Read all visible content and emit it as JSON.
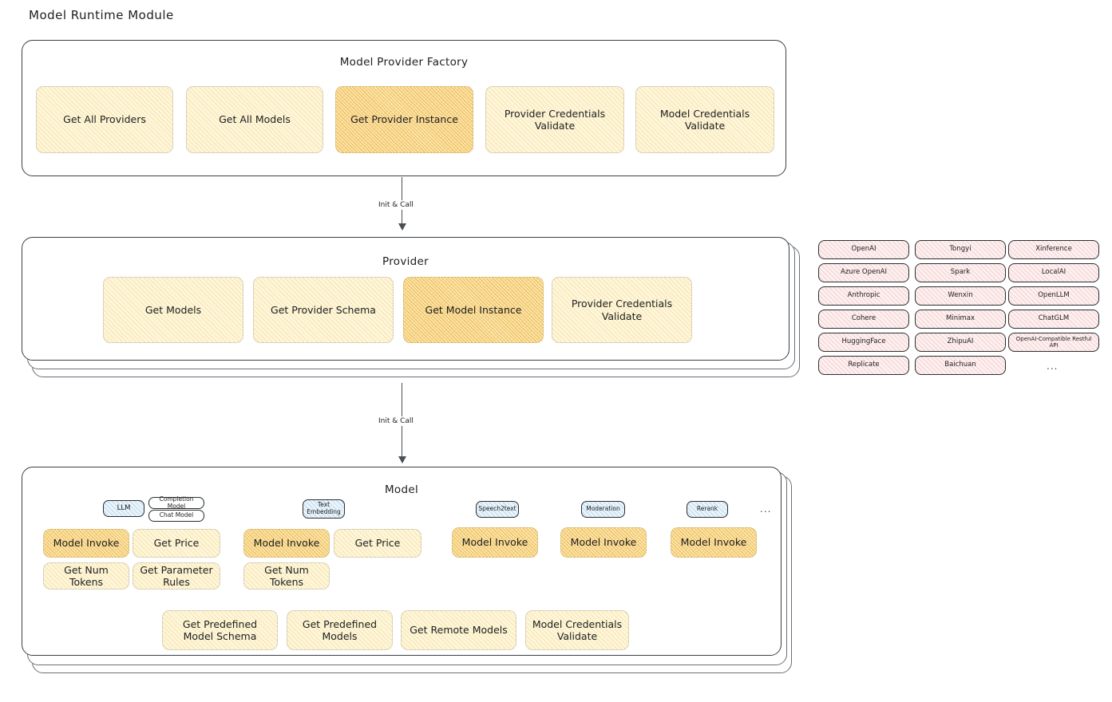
{
  "page": {
    "title": "Model Runtime Module"
  },
  "colors": {
    "node_fill_light": "#fdf6dd",
    "node_fill_highlight": "#fbe8b4",
    "provider_chip_fill": "#fdf0f0",
    "model_badge_fill": "#eaf4fb",
    "stroke": "#1e1e1e"
  },
  "factory": {
    "title": "Model Provider Factory",
    "nodes": [
      {
        "label": "Get All Providers",
        "highlight": false
      },
      {
        "label": "Get All Models",
        "highlight": false
      },
      {
        "label": "Get Provider Instance",
        "highlight": true
      },
      {
        "label": "Provider Credentials Validate",
        "highlight": false
      },
      {
        "label": "Model Credentials Validate",
        "highlight": false
      }
    ]
  },
  "arrows": [
    {
      "label": "Init & Call"
    },
    {
      "label": "Init & Call"
    }
  ],
  "provider": {
    "title": "Provider",
    "nodes": [
      {
        "label": "Get Models",
        "highlight": false
      },
      {
        "label": "Get Provider Schema",
        "highlight": false
      },
      {
        "label": "Get Model Instance",
        "highlight": true
      },
      {
        "label": "Provider Credentials Validate",
        "highlight": false
      }
    ]
  },
  "provider_list": {
    "columns": [
      {
        "items": [
          "OpenAI",
          "Azure OpenAI",
          "Anthropic",
          "Cohere",
          "HuggingFace",
          "Replicate"
        ]
      },
      {
        "items": [
          "Tongyi",
          "Spark",
          "Wenxin",
          "Minimax",
          "ZhipuAI",
          "Baichuan"
        ]
      },
      {
        "items": [
          "Xinference",
          "LocalAI",
          "OpenLLM",
          "ChatGLM",
          "OpenAI-Compatible Restful API"
        ]
      }
    ],
    "more": "..."
  },
  "model": {
    "title": "Model",
    "more": "...",
    "types": [
      {
        "badge": "LLM",
        "badge_style": "blue",
        "sub_badges": [
          "Completion Model",
          "Chat Model"
        ],
        "methods": [
          {
            "label": "Model Invoke",
            "highlight": true
          },
          {
            "label": "Get Price",
            "highlight": false
          },
          {
            "label": "Get Num Tokens",
            "highlight": false
          },
          {
            "label": "Get Parameter Rules",
            "highlight": false
          }
        ]
      },
      {
        "badge": "Text Embedding",
        "badge_style": "blue",
        "sub_badges": [],
        "methods": [
          {
            "label": "Model Invoke",
            "highlight": true
          },
          {
            "label": "Get Price",
            "highlight": false
          },
          {
            "label": "Get Num Tokens",
            "highlight": false
          }
        ]
      },
      {
        "badge": "Speech2text",
        "badge_style": "blue",
        "sub_badges": [],
        "methods": [
          {
            "label": "Model Invoke",
            "highlight": true
          }
        ]
      },
      {
        "badge": "Moderation",
        "badge_style": "blue",
        "sub_badges": [],
        "methods": [
          {
            "label": "Model Invoke",
            "highlight": true
          }
        ]
      },
      {
        "badge": "Rerank",
        "badge_style": "blue",
        "sub_badges": [],
        "methods": [
          {
            "label": "Model Invoke",
            "highlight": true
          }
        ]
      }
    ],
    "common_methods": [
      {
        "label": "Get Predefined Model Schema"
      },
      {
        "label": "Get Predefined Models"
      },
      {
        "label": "Get Remote Models"
      },
      {
        "label": "Model Credentials Validate"
      }
    ]
  }
}
